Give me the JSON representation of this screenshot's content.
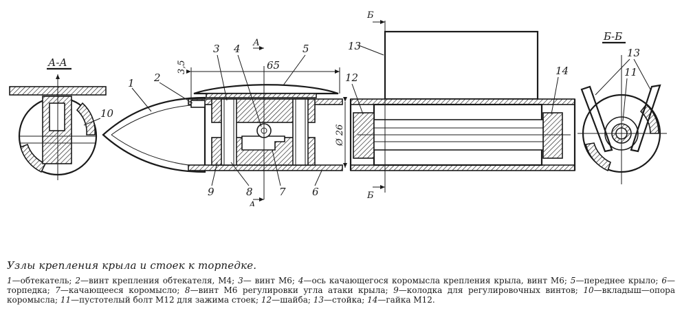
{
  "labels": {
    "section_aa": "А-А",
    "section_bb": "Б-Б",
    "cut_a": "А",
    "cut_b": "Б",
    "dim_65": "65",
    "dim_35": "3,5",
    "dim_d26": "Ø 26",
    "n1": "1",
    "n2": "2",
    "n3": "3",
    "n4": "4",
    "n5": "5",
    "n6": "6",
    "n7": "7",
    "n8": "8",
    "n9": "9",
    "n10": "10",
    "n11": "11",
    "n12": "12",
    "n13": "13",
    "n14": "14"
  },
  "caption": {
    "title": "Узлы крепления крыла и стоек к торпедке.",
    "items": [
      {
        "num": "1",
        "text": "—обтекатель; "
      },
      {
        "num": "2",
        "text": "—винт крепления обтекателя, М4; "
      },
      {
        "num": "3",
        "text": "— винт М6; "
      },
      {
        "num": "4",
        "text": "—ось качающегося коромысла крепления крыла, винт М6; "
      },
      {
        "num": "5",
        "text": "—переднее крыло; "
      },
      {
        "num": "6",
        "text": "—торпедка; "
      },
      {
        "num": "7",
        "text": "—качающееся коромысло; "
      },
      {
        "num": "8",
        "text": "—винт М6 регулировки угла атаки крыла; "
      },
      {
        "num": "9",
        "text": "—колодка для регулировочных винтов; "
      },
      {
        "num": "10",
        "text": "—вкладыш—опора коромысла; "
      },
      {
        "num": "11",
        "text": "—пустотелый болт М12 для зажима стоек; "
      },
      {
        "num": "12",
        "text": "—шайба; "
      },
      {
        "num": "13",
        "text": "—стойка; "
      },
      {
        "num": "14",
        "text": "—гайка М12."
      }
    ]
  }
}
